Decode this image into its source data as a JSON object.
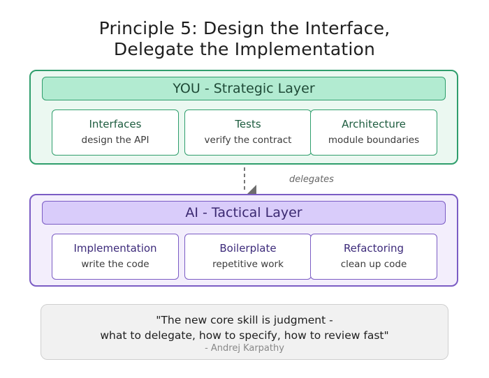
{
  "title": {
    "line1": "Principle 5: Design the Interface,",
    "line2": "Delegate the Implementation"
  },
  "strategic_layer": {
    "header": "YOU - Strategic Layer",
    "cards": [
      {
        "title": "Interfaces",
        "subtitle": "design the API"
      },
      {
        "title": "Tests",
        "subtitle": "verify the contract"
      },
      {
        "title": "Architecture",
        "subtitle": "module boundaries"
      }
    ]
  },
  "connector": {
    "label": "delegates"
  },
  "tactical_layer": {
    "header": "AI - Tactical Layer",
    "cards": [
      {
        "title": "Implementation",
        "subtitle": "write the code"
      },
      {
        "title": "Boilerplate",
        "subtitle": "repetitive work"
      },
      {
        "title": "Refactoring",
        "subtitle": "clean up code"
      }
    ]
  },
  "quote": {
    "line1": "\"The new core skill is judgment -",
    "line2": "what to delegate, how to specify, how to review fast\"",
    "author": "- Andrej Karpathy"
  },
  "colors": {
    "strategic_accent": "#2f9e6c",
    "strategic_fill": "#b2ebd1",
    "tactical_accent": "#7b5cc4",
    "tactical_fill": "#d9ccfa",
    "quote_fill": "#f1f1f1"
  }
}
